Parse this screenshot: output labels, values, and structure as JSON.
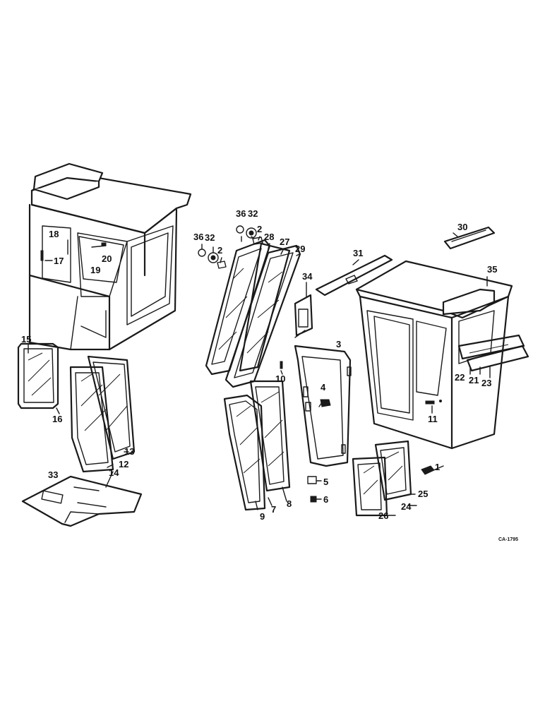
{
  "callouts": [
    "1",
    "2",
    "3",
    "4",
    "5",
    "6",
    "7",
    "8",
    "9",
    "10",
    "11",
    "12",
    "13",
    "14",
    "15",
    "16",
    "17",
    "18",
    "19",
    "20",
    "21",
    "22",
    "23",
    "24",
    "25",
    "26",
    "27",
    "28",
    "29",
    "30",
    "31",
    "32",
    "33",
    "34",
    "35",
    "36"
  ],
  "drawing_code": "CA-1795"
}
